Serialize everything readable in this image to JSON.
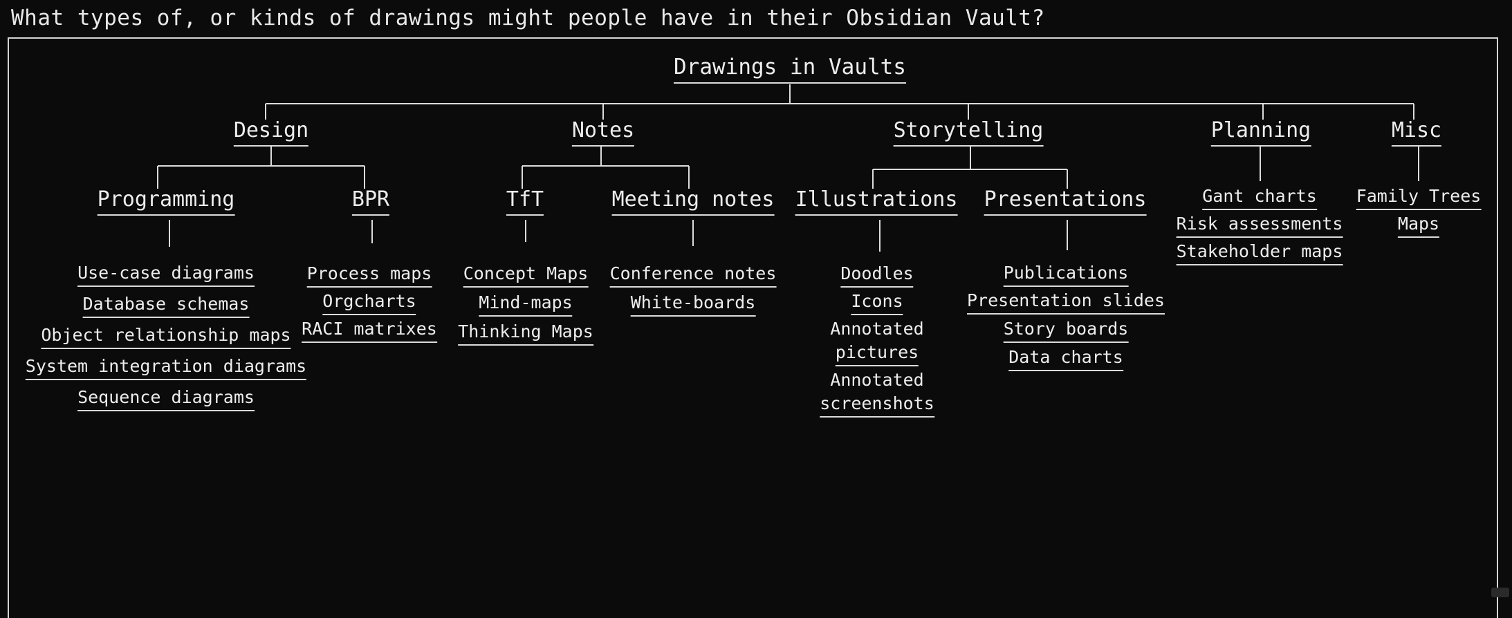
{
  "question": "What types of, or kinds of drawings might people have in their Obsidian Vault?",
  "root": "Drawings in Vaults",
  "categories": {
    "design": "Design",
    "notes": "Notes",
    "storytelling": "Storytelling",
    "planning": "Planning",
    "misc": "Misc"
  },
  "subcategories": {
    "programming": "Programming",
    "bpr": "BPR",
    "tft": "TfT",
    "meeting_notes": "Meeting notes",
    "illustrations": "Illustrations",
    "presentations": "Presentations"
  },
  "leaves": {
    "programming": [
      "Use-case diagrams",
      "Database schemas",
      "Object relationship maps",
      "System integration diagrams",
      "Sequence diagrams"
    ],
    "bpr": [
      "Process maps",
      "Orgcharts",
      "RACI matrixes"
    ],
    "tft": [
      "Concept Maps",
      "Mind-maps",
      "Thinking Maps"
    ],
    "meeting_notes": [
      "Conference notes",
      "White-boards"
    ],
    "illustrations": [
      "Doodles",
      "Icons",
      "Annotated",
      "pictures",
      "Annotated",
      "screenshots"
    ],
    "presentations": [
      "Publications",
      "Presentation slides",
      "Story boards",
      "Data charts"
    ],
    "planning": [
      "Gant charts",
      "Risk assessments",
      "Stakeholder maps"
    ],
    "misc": [
      "Family Trees",
      "Maps"
    ]
  }
}
